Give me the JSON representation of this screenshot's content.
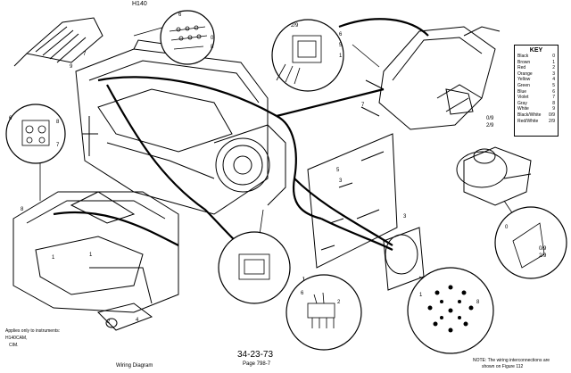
{
  "header": {
    "top_label": "H140"
  },
  "key": {
    "title": "KEY",
    "rows": [
      {
        "color": "Black",
        "n": "0"
      },
      {
        "color": "Brown",
        "n": "1"
      },
      {
        "color": "Red",
        "n": "2"
      },
      {
        "color": "Orange",
        "n": "3"
      },
      {
        "color": "Yellow",
        "n": "4"
      },
      {
        "color": "Green",
        "n": "5"
      },
      {
        "color": "Blue",
        "n": "6"
      },
      {
        "color": "Violet",
        "n": "7"
      },
      {
        "color": "Gray",
        "n": "8"
      },
      {
        "color": "White",
        "n": "9"
      },
      {
        "color": "Black/White",
        "n": "0/9"
      },
      {
        "color": "Red/White",
        "n": "2/9"
      }
    ]
  },
  "applies": {
    "line1": "Applies only to instruments:",
    "line2": "H140CAM,",
    "line3": "CIM."
  },
  "footer": {
    "figure_number": "34-23-73",
    "page": "Page 798-7",
    "caption": "Wiring Diagram",
    "note_line1": "NOTE: The wiring interconnections are",
    "note_line2": "shown on Figure 112"
  },
  "callouts": [
    "0",
    "1",
    "2",
    "3",
    "4",
    "5",
    "6",
    "7",
    "8",
    "9",
    "2/9",
    "0/9"
  ]
}
